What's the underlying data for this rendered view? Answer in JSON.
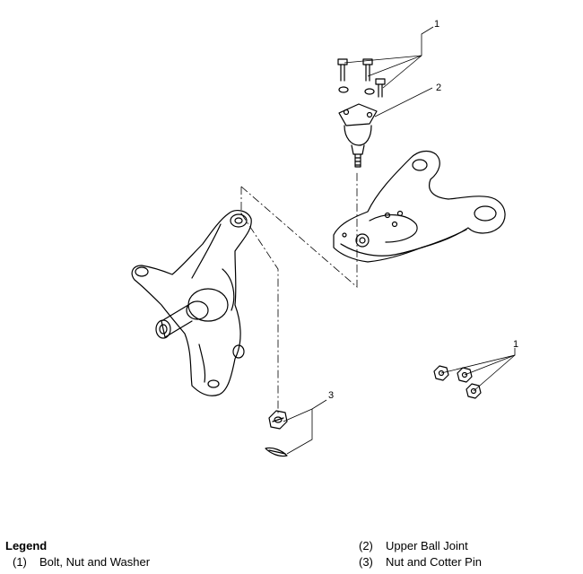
{
  "callouts": [
    {
      "id": "callout-1-top",
      "text": "1"
    },
    {
      "id": "callout-2",
      "text": "2"
    },
    {
      "id": "callout-1-right",
      "text": "1"
    },
    {
      "id": "callout-3",
      "text": "3"
    }
  ],
  "legend": {
    "title": "Legend",
    "items": [
      {
        "num": "(1)",
        "label": "Bolt, Nut and Washer"
      },
      {
        "num": "(2)",
        "label": "Upper Ball Joint"
      },
      {
        "num": "(3)",
        "label": "Nut and Cotter Pin"
      }
    ]
  }
}
